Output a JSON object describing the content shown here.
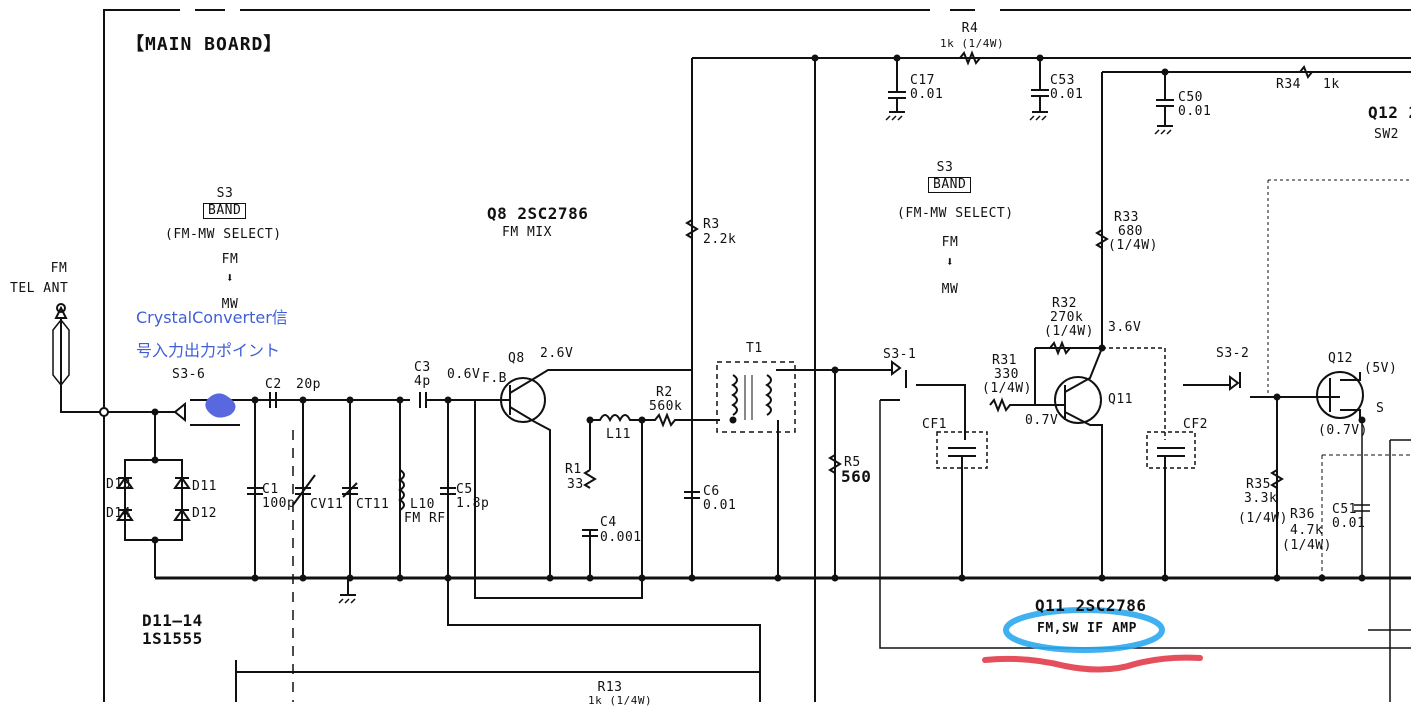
{
  "board_title": "【MAIN BOARD】",
  "antenna": {
    "line1": "FM",
    "line2": "TEL ANT"
  },
  "switch_left": {
    "ref": "S3",
    "name": "BAND",
    "desc": "(FM-MW SELECT)",
    "from": "FM",
    "arrow": "⬇",
    "to": "MW"
  },
  "switch_right": {
    "ref": "S3",
    "name": "BAND",
    "desc": "(FM-MW SELECT)",
    "from": "FM",
    "arrow": "⬇",
    "to": "MW"
  },
  "annotation": {
    "line1": "CrystalConverter信",
    "line2": "号入力出力ポイント"
  },
  "q8": {
    "ref": "Q8 2SC2786",
    "func": "FM MIX",
    "label": "Q8",
    "v_collector": "2.6V",
    "v_base": "0.6V",
    "fb": "F.B"
  },
  "q11": {
    "ref": "Q11 2SC2786",
    "func": "FM,SW IF AMP",
    "label": "Q11",
    "v_collector": "3.6V",
    "v_base": "0.7V"
  },
  "q12": {
    "ref": "Q12 2",
    "func": "SW2",
    "label": "Q12",
    "v_top": "(5V)",
    "v_bottom": "(0.7V)",
    "pin_s": "S"
  },
  "diodes": {
    "d11": "D11",
    "d12": "D12",
    "d13": "D13",
    "d14": "D14",
    "part_line1": "D11—14",
    "part_line2": "1S1555"
  },
  "components": {
    "s3_6": "S3-6",
    "s3_1": "S3-1",
    "s3_2": "S3-2",
    "c2": "C2",
    "c2_val": "20p",
    "c3": "C3",
    "c3_val": "4p",
    "c1": "C1",
    "c1_val": "100p",
    "cv11": "CV11",
    "ct11": "CT11",
    "l10": "L10",
    "l10_val": "FM RF",
    "c5": "C5",
    "c5_val": "1.8p",
    "r1": "R1",
    "r1_val": "33",
    "c4": "C4",
    "c4_val": "0.001",
    "l11": "L11",
    "r2": "R2",
    "r2_val": "560k",
    "r3": "R3",
    "r3_val": "2.2k",
    "c6": "C6",
    "c6_val": "0.01",
    "t1": "T1",
    "r4": "R4",
    "r4_val": "1k (1/4W)",
    "c17": "C17",
    "c17_val": "0.01",
    "c53": "C53",
    "c53_val": "0.01",
    "c50": "C50",
    "c50_val": "0.01",
    "r34": "R34",
    "r34_val": "1k",
    "r5": "R5",
    "r5_val": "560",
    "r33": "R33",
    "r33_val": "680",
    "r33_w": "(1/4W)",
    "r32": "R32",
    "r32_val": "270k",
    "r32_w": "(1/4W)",
    "r31": "R31",
    "r31_val": "330",
    "r31_w": "(1/4W)",
    "cf1": "CF1",
    "cf2": "CF2",
    "r35": "R35",
    "r35_val": "3.3k",
    "r35_w": "(1/4W)",
    "r36": "R36",
    "r36_val": "4.7k",
    "r36_w": "(1/4W)",
    "c51": "C51",
    "c51_val": "0.01",
    "r13": "R13",
    "r13_val": "1k (1/4W)"
  },
  "colors": {
    "line": "#111111",
    "annotation_blue": "#3f5fd8",
    "highlight_cyan": "#2aa8f0",
    "highlight_red": "#e03040"
  }
}
